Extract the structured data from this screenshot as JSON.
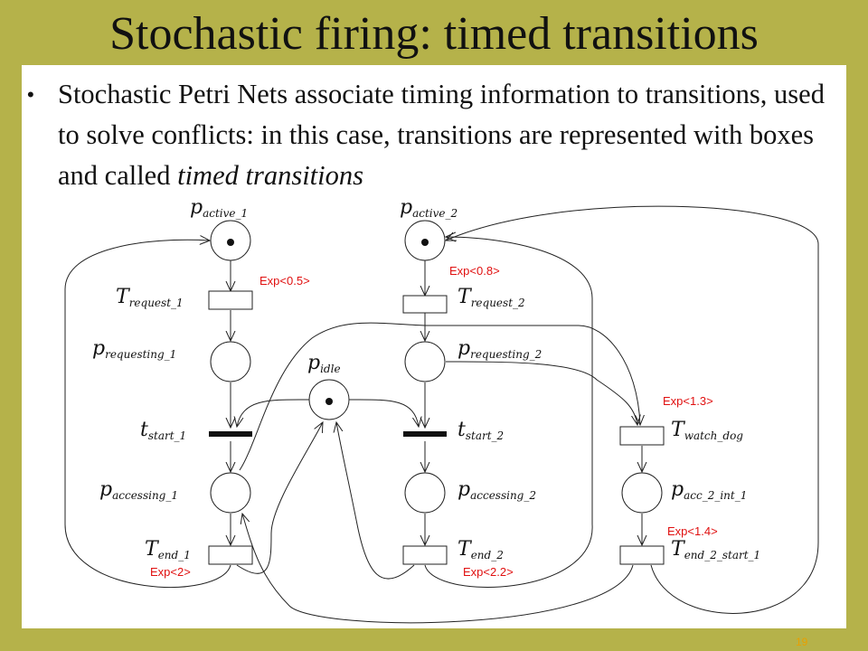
{
  "slide": {
    "title": "Stochastic firing: timed transitions",
    "bullet_prefix": "Stochastic Petri Nets associate timing information to transitions, used to solve conflicts: in this case, transitions are represented with boxes and called ",
    "bullet_emph": "timed transitions",
    "page_number": "19"
  },
  "labels": {
    "p_active_1": {
      "main": "p",
      "sub": "active_1"
    },
    "p_active_2": {
      "main": "p",
      "sub": "active_2"
    },
    "T_request_1": {
      "main": "T",
      "sub": "request_1"
    },
    "T_request_2": {
      "main": "T",
      "sub": "request_2"
    },
    "p_requesting_1": {
      "main": "p",
      "sub": "requesting_1"
    },
    "p_requesting_2": {
      "main": "p",
      "sub": "requesting_2"
    },
    "p_idle": {
      "main": "p",
      "sub": "idle"
    },
    "t_start_1": {
      "main": "t",
      "sub": "start_1"
    },
    "t_start_2": {
      "main": "t",
      "sub": "start_2"
    },
    "T_watch_dog": {
      "main": "T",
      "sub": "watch_dog"
    },
    "p_accessing_1": {
      "main": "p",
      "sub": "accessing_1"
    },
    "p_accessing_2": {
      "main": "p",
      "sub": "accessing_2"
    },
    "p_acc_2_int_1": {
      "main": "p",
      "sub": "acc_2_int_1"
    },
    "T_end_1": {
      "main": "T",
      "sub": "end_1"
    },
    "T_end_2": {
      "main": "T",
      "sub": "end_2"
    },
    "T_end_2_start_1": {
      "main": "T",
      "sub": "end_2_start_1"
    }
  },
  "rates": {
    "request_1": "Exp<0.5>",
    "request_2": "Exp<0.8>",
    "watch_dog": "Exp<1.3>",
    "end_2_start_1": "Exp<1.4>",
    "end_1": "Exp<2>",
    "end_2": "Exp<2.2>"
  },
  "colors": {
    "background": "#b5b24a",
    "panel": "#ffffff",
    "rate_text": "#e01010"
  }
}
